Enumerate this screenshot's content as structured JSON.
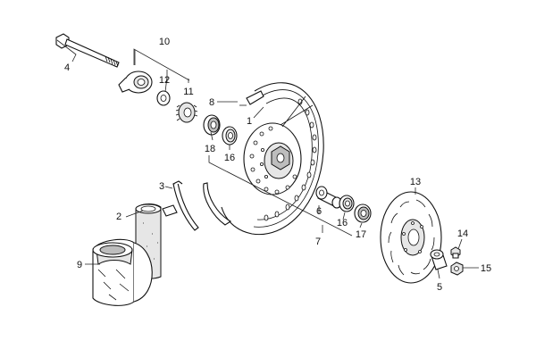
{
  "diagram": {
    "callouts": [
      {
        "id": "c1",
        "label": "1"
      },
      {
        "id": "c2",
        "label": "2"
      },
      {
        "id": "c3",
        "label": "3"
      },
      {
        "id": "c4",
        "label": "4"
      },
      {
        "id": "c5",
        "label": "5"
      },
      {
        "id": "c6",
        "label": "6"
      },
      {
        "id": "c7",
        "label": "7"
      },
      {
        "id": "c8",
        "label": "8"
      },
      {
        "id": "c9",
        "label": "9"
      },
      {
        "id": "c10",
        "label": "10"
      },
      {
        "id": "c11",
        "label": "11"
      },
      {
        "id": "c12",
        "label": "12"
      },
      {
        "id": "c13",
        "label": "13"
      },
      {
        "id": "c14",
        "label": "14"
      },
      {
        "id": "c15",
        "label": "15"
      },
      {
        "id": "c16a",
        "label": "16"
      },
      {
        "id": "c16b",
        "label": "16"
      },
      {
        "id": "c17",
        "label": "17"
      },
      {
        "id": "c18",
        "label": "18"
      }
    ]
  }
}
